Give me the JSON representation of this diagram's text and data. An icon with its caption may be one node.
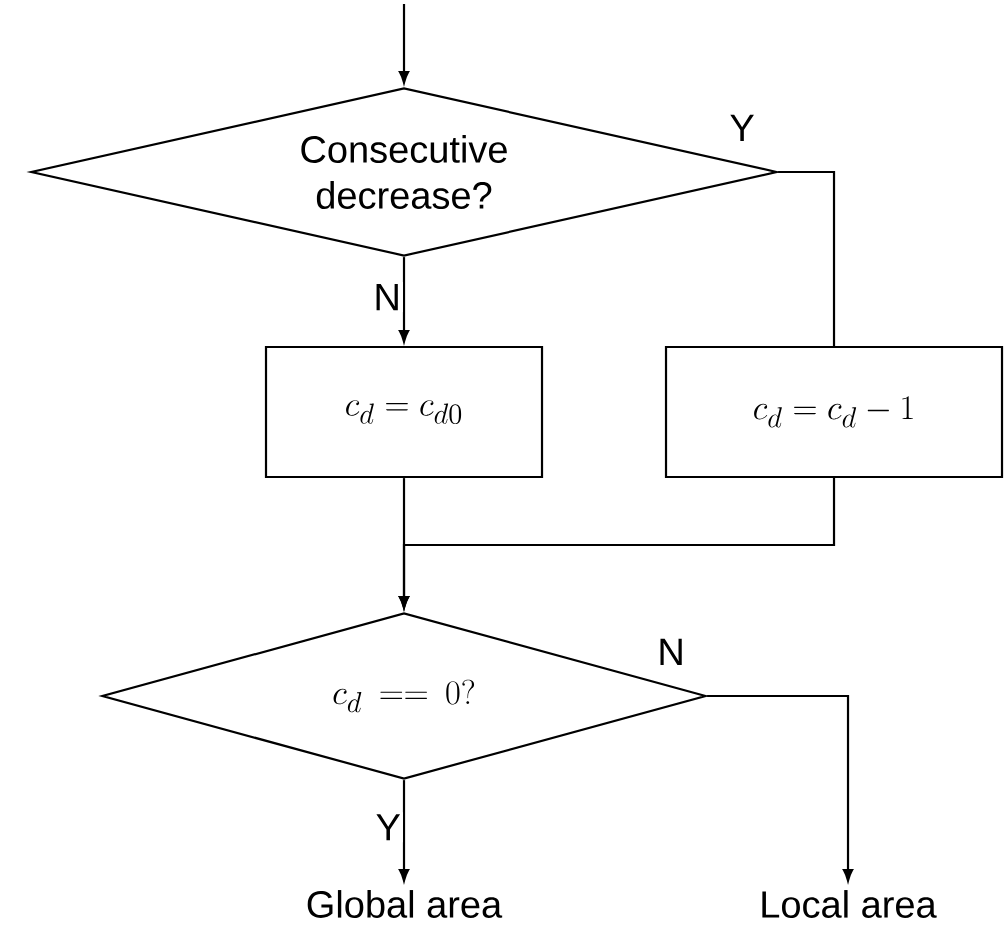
{
  "diagram": {
    "nodes": [
      {
        "text": [
          "Consecutive decrease?"
        ]
      },
      {
        "text": [
          "c_d = c_{d0}"
        ]
      },
      {
        "text": [
          "c_d = c_d - 1"
        ]
      },
      {
        "text": [
          "c_d == 0?"
        ]
      },
      {
        "text": [
          "Global area"
        ]
      },
      {
        "text": [
          "Local area"
        ]
      }
    ],
    "edges": [
      {
        "from": null,
        "to": 0,
        "arrow": "to"
      },
      {
        "from": 0,
        "to": 1,
        "arrow": "to",
        "label": "N"
      },
      {
        "from": 0,
        "to": 2,
        "arrow": "none",
        "label": "Y"
      },
      {
        "from": 1,
        "to": 3,
        "arrow": "to"
      },
      {
        "from": 2,
        "to": 3,
        "arrow": "to"
      },
      {
        "from": 3,
        "to": 4,
        "arrow": "to",
        "label": "Y"
      },
      {
        "from": 3,
        "to": 5,
        "arrow": "to",
        "label": "N"
      }
    ]
  }
}
